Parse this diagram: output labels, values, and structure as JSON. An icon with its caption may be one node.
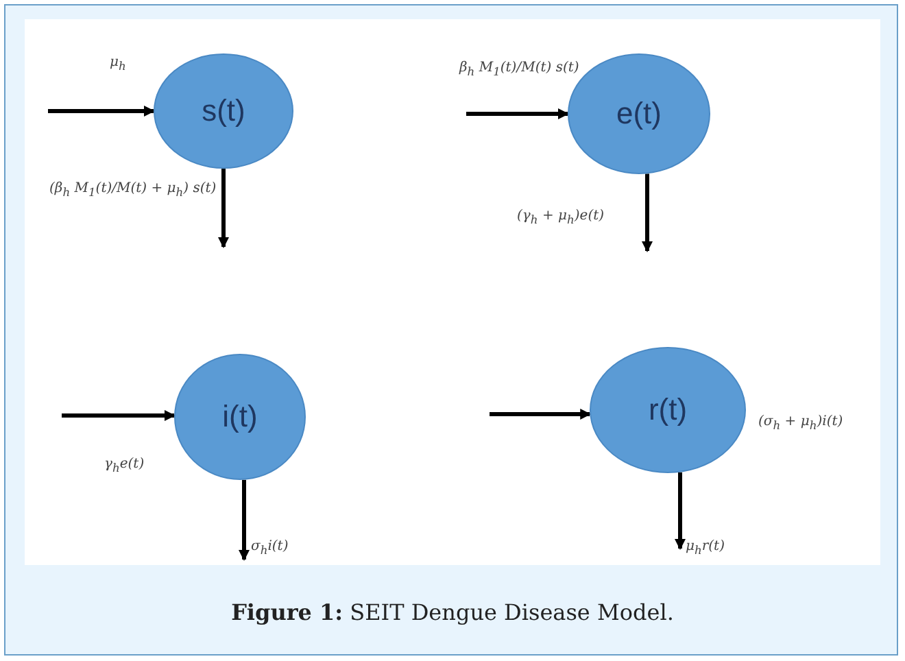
{
  "diagram": {
    "caption": "**Figure 1:** SEIT Dengue Disease Model.",
    "nodes": [
      {
        "text": [
          "s(t)"
        ]
      },
      {
        "text": [
          "e(t)"
        ]
      },
      {
        "text": [
          "i(t)"
        ]
      },
      {
        "text": [
          "r(t)"
        ],
        "beside": [
          "(σ$_{h}$ + μ$_{h}$)i(t)"
        ]
      }
    ],
    "edges": [
      {
        "from": null,
        "to": 0,
        "arrow": "to",
        "label": "μ$_{h}$"
      },
      {
        "from": 0,
        "to": null,
        "arrow": "to",
        "label": "(β$_{h}$ M$_{1}$(t)/M(t) + μ$_{h}$) s(t)"
      },
      {
        "from": null,
        "to": 1,
        "arrow": "to",
        "label": "β$_{h}$ M$_{1}$(t)/M(t) s(t)"
      },
      {
        "from": 1,
        "to": null,
        "arrow": "to",
        "label": "(γ$_{h}$ + μ$_{h}$)e(t)"
      },
      {
        "from": null,
        "to": 2,
        "arrow": "to",
        "label": "γ$_{h}$e(t)"
      },
      {
        "from": 2,
        "to": null,
        "arrow": "to",
        "label": "σ$_{h}$i(t)"
      },
      {
        "from": null,
        "to": 3,
        "arrow": "to"
      },
      {
        "from": 3,
        "to": null,
        "arrow": "to",
        "label": "μ$_{h}$r(t)"
      }
    ]
  }
}
